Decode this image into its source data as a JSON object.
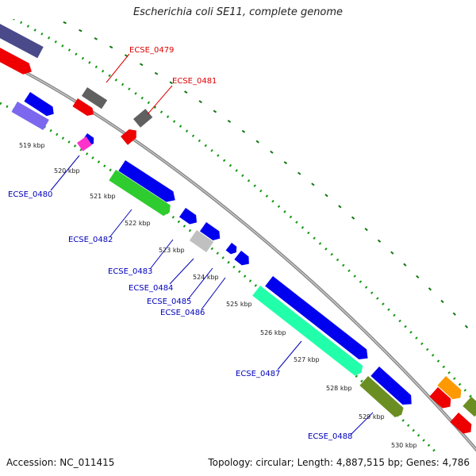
{
  "title": "Escherichia coli SE11, complete genome",
  "footer": {
    "accession": "Accession: NC_011415",
    "summary": "Topology: circular; Length: 4,887,515 bp; Genes: 4,786"
  },
  "ticks": [
    "519 kbp",
    "520 kbp",
    "521 kbp",
    "522 kbp",
    "523 kbp",
    "524 kbp",
    "525 kbp",
    "526 kbp",
    "527 kbp",
    "528 kbp",
    "529 kbp",
    "530 kbp"
  ],
  "gene_labels": [
    {
      "text": "ECSE_0479",
      "color": "#dd0000"
    },
    {
      "text": "ECSE_0481",
      "color": "#dd0000"
    },
    {
      "text": "ECSE_0480",
      "color": "#0000bb"
    },
    {
      "text": "ECSE_0482",
      "color": "#0000bb"
    },
    {
      "text": "ECSE_0483",
      "color": "#0000bb"
    },
    {
      "text": "ECSE_0484",
      "color": "#0000bb"
    },
    {
      "text": "ECSE_0485",
      "color": "#0000bb"
    },
    {
      "text": "ECSE_0486",
      "color": "#0000bb"
    },
    {
      "text": "ECSE_0487",
      "color": "#0000bb"
    },
    {
      "text": "ECSE_0488",
      "color": "#0000bb"
    }
  ],
  "colors": {
    "backbone": "#8a8a8a",
    "cds_blue": "#0000ee",
    "cds_red": "#ee0000",
    "cds_gray": "#606060",
    "cds_green": "#2ecc2e",
    "cds_aqua": "#22ffaa",
    "cds_olive": "#6b8e23",
    "cds_orange": "#ff9900",
    "cds_purple": "#4a4a8a",
    "cds_lavender": "#7b68ee",
    "cds_magenta": "#ff33cc",
    "cds_lightgray": "#c0c0c0",
    "gc_dots": "#119911"
  }
}
